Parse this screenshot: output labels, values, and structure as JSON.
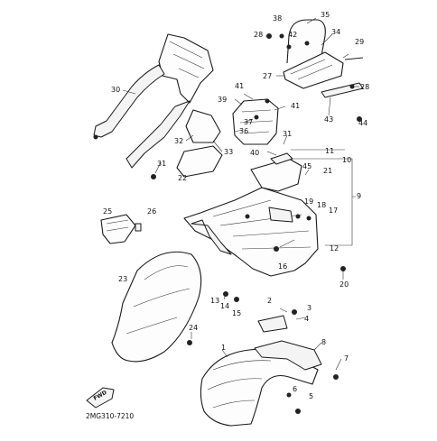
{
  "diagram": {
    "code": "2MG310-7210",
    "fwd_label": "FWD",
    "callouts": {
      "n1": "1",
      "n2": "2",
      "n3": "3",
      "n4": "4",
      "n5": "5",
      "n6": "6",
      "n7": "7",
      "n8": "8",
      "n9": "9",
      "n10": "10",
      "n11": "11",
      "n12": "12",
      "n13": "13",
      "n14": "14",
      "n15": "15",
      "n16": "16",
      "n17": "17",
      "n18": "18",
      "n19": "19",
      "n20": "20",
      "n21": "21",
      "n22": "22",
      "n23": "23",
      "n24": "24",
      "n25": "25",
      "n26": "26",
      "n27": "27",
      "n28a": "28",
      "n28b": "28",
      "n29": "29",
      "n30": "30",
      "n31a": "31",
      "n31b": "31",
      "n32": "32",
      "n33": "33",
      "n34": "34",
      "n35": "35",
      "n36": "36",
      "n37": "37",
      "n38": "38",
      "n39": "39",
      "n40": "40",
      "n41a": "41",
      "n41b": "41",
      "n42": "42",
      "n43": "43",
      "n44": "44",
      "n45": "45"
    }
  }
}
